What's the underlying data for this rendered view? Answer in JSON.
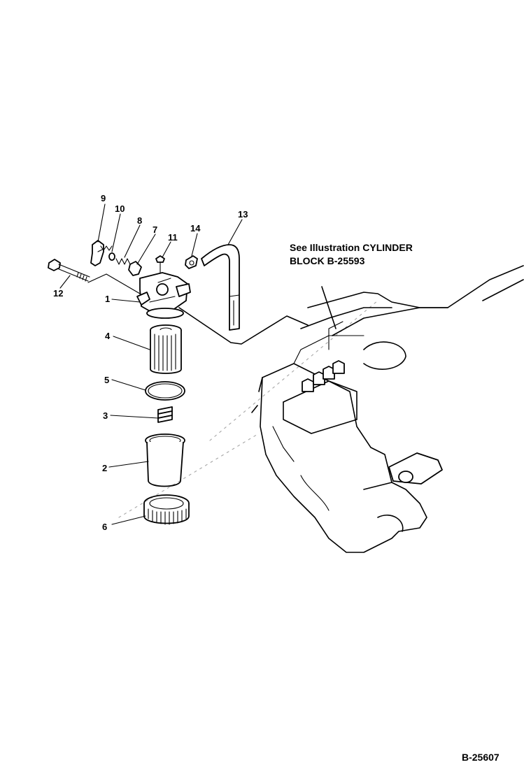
{
  "callouts": [
    {
      "id": "c1",
      "text": "1"
    },
    {
      "id": "c2",
      "text": "2"
    },
    {
      "id": "c3",
      "text": "3"
    },
    {
      "id": "c4",
      "text": "4"
    },
    {
      "id": "c5",
      "text": "5"
    },
    {
      "id": "c6",
      "text": "6"
    },
    {
      "id": "c7",
      "text": "7"
    },
    {
      "id": "c8",
      "text": "8"
    },
    {
      "id": "c9",
      "text": "9"
    },
    {
      "id": "c10",
      "text": "10"
    },
    {
      "id": "c11",
      "text": "11"
    },
    {
      "id": "c12",
      "text": "12"
    },
    {
      "id": "c13",
      "text": "13"
    },
    {
      "id": "c14",
      "text": "14"
    }
  ],
  "note": {
    "line1": "See Illustration CYLINDER",
    "line2": "BLOCK B-25593"
  },
  "figure_ref": "B-25607"
}
